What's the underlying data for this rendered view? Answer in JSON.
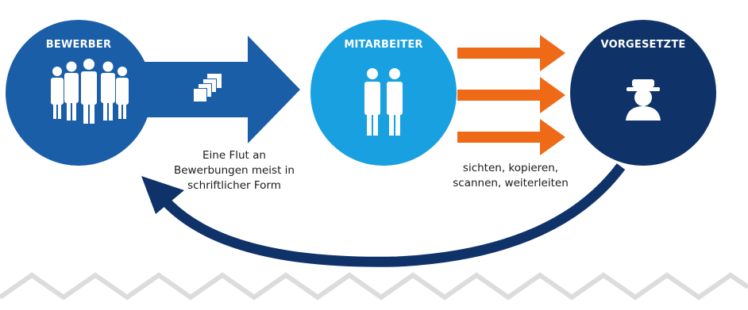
{
  "nodes": {
    "bewerber": {
      "title": "BEWERBER",
      "color": "#1a5ea7",
      "icon": "group-of-people-icon"
    },
    "mitarbeiter": {
      "title": "MITARBEITER",
      "color": "#18a0e0",
      "icon": "two-people-icon"
    },
    "vorgesetzte": {
      "title": "VORGESETZTE",
      "color": "#0f3369",
      "icon": "person-with-hat-icon"
    }
  },
  "captions": {
    "flow_line1": "Eine Flut an",
    "flow_line2": "Bewerbungen meist in",
    "flow_line3": "schriftlicher Form",
    "tasks_line1": "sichten, kopieren,",
    "tasks_line2": "scannen, weiterleiten"
  },
  "colors": {
    "arrow_blue": "#1a5ea7",
    "arrow_orange": "#ee6a16",
    "return_arrow": "#0f3369",
    "zigzag": "#dcdcdc",
    "icon_white": "#ffffff"
  },
  "icons": {
    "documents": "stacked-documents-icon"
  }
}
